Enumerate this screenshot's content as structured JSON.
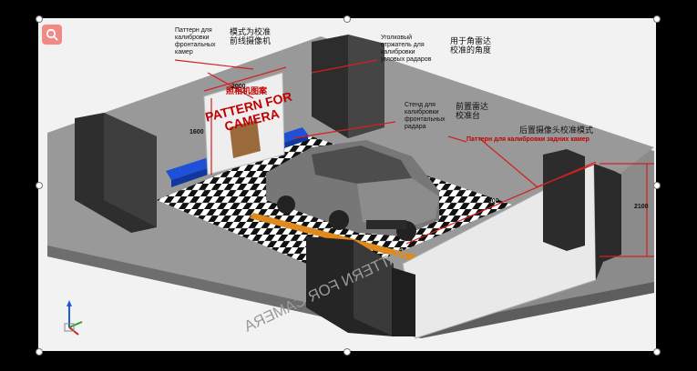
{
  "labels": {
    "front_pattern_ru": "Паттерн для\nкалибровки\nфронтальных\nкамер",
    "front_mode_cn": "模式为校准\n前线摄像机",
    "corner_reflector_ru": "Уголковый\nотржатель для\nкалибровки\nугловых радаров",
    "corner_cn": "用于角雷达\n校准的角度",
    "radar_stand_ru": "Стенд для\nкалибровки\nфронтальных\nрадара",
    "radar_cn": "前置雷达\n校准台",
    "rear_mode_cn": "后置摄像头校准模式",
    "rear_pattern_ru": "Паттерн для калибровки задних камер",
    "pattern_cn": "照相机图案",
    "pattern_en": "PATTERN FOR\nCAMERA",
    "pattern_rear_en": "PATTERN FOR CAMERA"
  },
  "dimensions": {
    "front_width": "2000",
    "front_height": "1600",
    "rear_width": "5000",
    "rear_height": "2100"
  },
  "colors": {
    "annotation_red": "#d42020",
    "floor": "#8a8a8a",
    "wall": "#3c3c3c",
    "beam_blue": "#1e50d8",
    "rail_orange": "#e08a1e",
    "search_button": "#f08a85"
  },
  "icons": {
    "search": "magnifier-icon",
    "axis": "xyz-axis-triad-icon"
  }
}
